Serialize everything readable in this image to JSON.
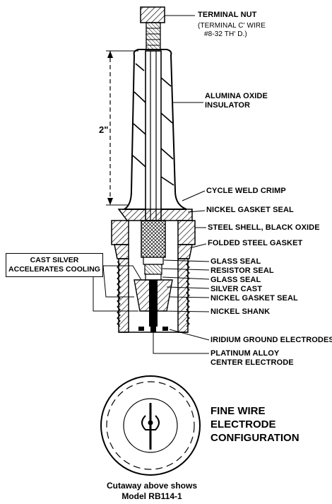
{
  "labels": {
    "terminal_nut": "TERMINAL NUT",
    "terminal_nut_sub1": "(TERMINAL C' WIRE",
    "terminal_nut_sub2": "#8-32 TH' D.)",
    "insulator_1": "ALUMINA OXIDE",
    "insulator_2": "INSULATOR",
    "weld_crimp": "CYCLE WELD CRIMP",
    "gasket_seal": "NICKEL GASKET SEAL",
    "steel_shell": "STEEL SHELL, BLACK OXIDE",
    "folded_gasket": "FOLDED STEEL GASKET",
    "glass_seal_1": "GLASS SEAL",
    "resistor_seal": "RESISTOR SEAL",
    "glass_seal_2": "GLASS SEAL",
    "silver_cast": "SILVER CAST",
    "nickel_gasket_seal": "NICKEL GASKET SEAL",
    "nickel_shank": "NICKEL SHANK",
    "iridium_ground": "IRIDIUM GROUND ELECTRODES",
    "platinum_1": "PLATINUM ALLOY",
    "platinum_2": "CENTER ELECTRODE"
  },
  "callout": {
    "line1": "CAST SILVER",
    "line2": "ACCELERATES COOLING"
  },
  "dimension": "2\"",
  "configuration": {
    "line1": "FINE WIRE",
    "line2": "ELECTRODE",
    "line3": "CONFIGURATION"
  },
  "caption": {
    "line1": "Cutaway above shows",
    "line2": "Model RB114-1"
  }
}
